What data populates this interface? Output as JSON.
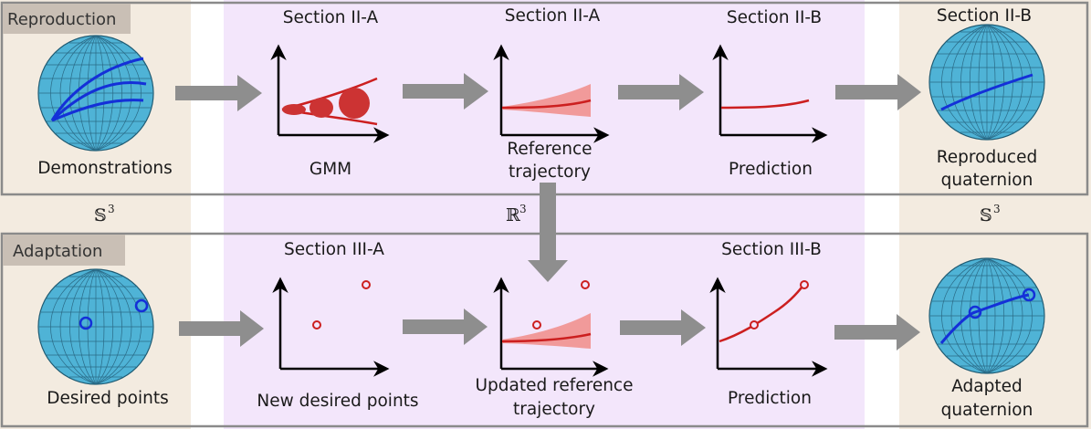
{
  "colors": {
    "sphere_fill": "#4fb3d6",
    "sphere_grid": "#2a6a86",
    "beige_band": "#f3ebe0",
    "purple_band": "#f3e6fb",
    "tag_bg": "#c9bfb5",
    "arrow": "#8e8e8e",
    "red_curve": "#cc1f1f",
    "red_band": "#f19a9a",
    "blue_curve": "#1430d8"
  },
  "rows": {
    "top": {
      "tag": "Reproduction"
    },
    "bottom": {
      "tag": "Adaptation"
    }
  },
  "space_labels": {
    "left": {
      "base": "𝕊",
      "sup": "3"
    },
    "middle": {
      "base": "ℝ",
      "sup": "3"
    },
    "right": {
      "base": "𝕊",
      "sup": "3"
    }
  },
  "reproduction": {
    "demonstrations": "Demonstrations",
    "gmm_section": "Section II-A",
    "gmm": "GMM",
    "ref_section": "Section II-A",
    "ref_line1": "Reference",
    "ref_line2": "trajectory",
    "pred_section": "Section II-B",
    "prediction": "Prediction",
    "out_section": "Section II-B",
    "out_line1": "Reproduced",
    "out_line2": "quaternion"
  },
  "adaptation": {
    "desired": "Desired points",
    "new_section": "Section III-A",
    "new_desired": "New desired points",
    "updated_line1": "Updated reference",
    "updated_line2": "trajectory",
    "pred_section": "Section III-B",
    "prediction": "Prediction",
    "out_line1": "Adapted",
    "out_line2": "quaternion"
  }
}
